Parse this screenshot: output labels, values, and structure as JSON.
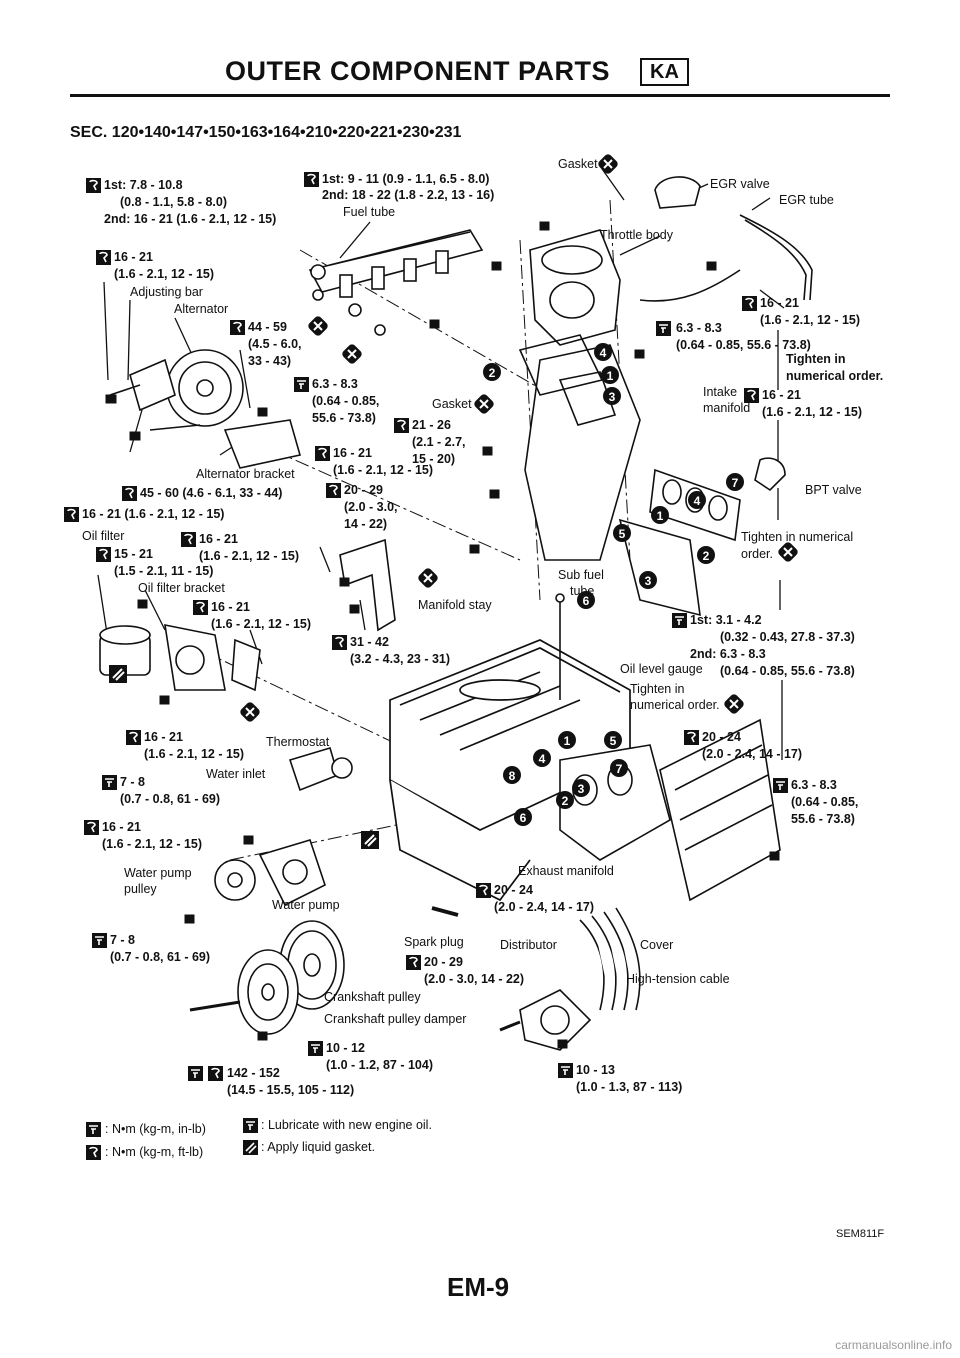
{
  "header": {
    "title": "OUTER COMPONENT PARTS",
    "badge": "KA"
  },
  "section": "SEC. 120•140•147•150•163•164•210•220•221•230•231",
  "labels": {
    "t1_a": "1st: 7.8 - 10.8",
    "t1_b": "(0.8 - 1.1, 5.8 - 8.0)",
    "t1_c": "2nd: 16 - 21 (1.6 - 2.1, 12 - 15)",
    "t2_a": "1st: 9 - 11 (0.9 - 1.1, 6.5 - 8.0)",
    "t2_b": "2nd: 18 - 22 (1.8 - 2.2, 13 - 16)",
    "fuel_tube": "Fuel tube",
    "gasket_top": "Gasket",
    "egr_valve": "EGR valve",
    "egr_tube": "EGR tube",
    "throttle_body": "Throttle body",
    "t3_a": "16 - 21",
    "t3_b": "(1.6 - 2.1, 12 - 15)",
    "adjusting_bar": "Adjusting bar",
    "alternator": "Alternator",
    "t4_a": "44 - 59",
    "t4_b": "(4.5 - 6.0,",
    "t4_c": "33 - 43)",
    "t5_a": "16 - 21",
    "t5_b": "(1.6 - 2.1, 12 - 15)",
    "t6_a": "6.3 - 8.3",
    "t6_b": "(0.64 - 0.85, 55.6 - 73.8)",
    "tighten_order_1a": "Tighten in",
    "tighten_order_1b": "numerical order.",
    "t7_a": "6.3 - 8.3",
    "t7_b": "(0.64 - 0.85,",
    "t7_c": "55.6 - 73.8)",
    "gasket_mid": "Gasket",
    "intake_manifold_a": "Intake",
    "intake_manifold_b": "manifold",
    "t8_a": "16 - 21",
    "t8_b": "(1.6 - 2.1, 12 - 15)",
    "t9_a": "21 - 26",
    "t9_b": "(2.1 - 2.7,",
    "t9_c": "15 - 20)",
    "t10_a": "16 - 21",
    "t10_b": "(1.6 - 2.1, 12 - 15)",
    "alternator_bracket": "Alternator bracket",
    "t11": "45 - 60 (4.6 - 6.1, 33 - 44)",
    "t12": "16 - 21 (1.6 - 2.1, 12 - 15)",
    "t13_a": "20 - 29",
    "t13_b": "(2.0 - 3.0,",
    "t13_c": "14 - 22)",
    "bpt_valve": "BPT valve",
    "oil_filter": "Oil filter",
    "t14_a": "15 - 21",
    "t14_b": "(1.5 - 2.1, 11 - 15)",
    "t15_a": "16 - 21",
    "t15_b": "(1.6 - 2.1, 12 - 15)",
    "tighten_order_2a": "Tighten in numerical",
    "tighten_order_2b": "order.",
    "oil_filter_bracket": "Oil filter bracket",
    "sub_fuel_tube_a": "Sub fuel",
    "sub_fuel_tube_b": "tube",
    "t16_a": "16 - 21",
    "t16_b": "(1.6 - 2.1, 12 - 15)",
    "manifold_stay": "Manifold stay",
    "t17_a": "1st: 3.1 - 4.2",
    "t17_b": "(0.32 - 0.43, 27.8 - 37.3)",
    "t17_c": "2nd: 6.3 - 8.3",
    "t17_d": "(0.64 - 0.85, 55.6 - 73.8)",
    "t18_a": "31 - 42",
    "t18_b": "(3.2 - 4.3, 23 - 31)",
    "oil_level_gauge": "Oil level gauge",
    "tighten_order_3a": "Tighten in",
    "tighten_order_3b": "numerical order.",
    "t19_a": "16 - 21",
    "t19_b": "(1.6 - 2.1, 12 - 15)",
    "thermostat": "Thermostat",
    "t20_a": "20 - 24",
    "t20_b": "(2.0 - 2.4, 14 - 17)",
    "t21_a": "7 - 8",
    "t21_b": "(0.7 - 0.8, 61 - 69)",
    "water_inlet": "Water inlet",
    "t22_a": "6.3 - 8.3",
    "t22_b": "(0.64 - 0.85,",
    "t22_c": "55.6 - 73.8)",
    "t23_a": "16 - 21",
    "t23_b": "(1.6 - 2.1, 12 - 15)",
    "water_pump_pulley_a": "Water pump",
    "water_pump_pulley_b": "pulley",
    "exhaust_manifold": "Exhaust manifold",
    "t24_a": "20 - 24",
    "t24_b": "(2.0 - 2.4, 14 - 17)",
    "water_pump": "Water pump",
    "t25_a": "7 - 8",
    "t25_b": "(0.7 - 0.8, 61 - 69)",
    "spark_plug": "Spark plug",
    "distributor": "Distributor",
    "cover": "Cover",
    "t26_a": "20 - 29",
    "t26_b": "(2.0 - 3.0, 14 - 22)",
    "high_tension_cable": "High-tension cable",
    "crankshaft_pulley": "Crankshaft pulley",
    "crankshaft_pulley_damper": "Crankshaft pulley damper",
    "t27_a": "10 - 12",
    "t27_b": "(1.0 - 1.2, 87 - 104)",
    "t28_a": "142 - 152",
    "t28_b": "(14.5 - 15.5, 105 - 112)",
    "t29_a": "10 - 13",
    "t29_b": "(1.0 - 1.3, 87 - 113)"
  },
  "legend": {
    "nm_in": ": N•m (kg-m, in-lb)",
    "nm_ft": ": N•m (kg-m, ft-lb)",
    "lube": ": Lubricate with new engine oil.",
    "gasket": ": Apply liquid gasket."
  },
  "callout_numbers": {
    "top_group": [
      "1",
      "2",
      "3",
      "4"
    ],
    "intake_group": [
      "1",
      "2",
      "3",
      "4",
      "5",
      "6",
      "7"
    ],
    "exhaust_group": [
      "1",
      "2",
      "3",
      "4",
      "5",
      "6",
      "7",
      "8"
    ]
  },
  "figure_code": "SEM811F",
  "page_number": "EM-9",
  "watermark": "carmanualsonline.info"
}
